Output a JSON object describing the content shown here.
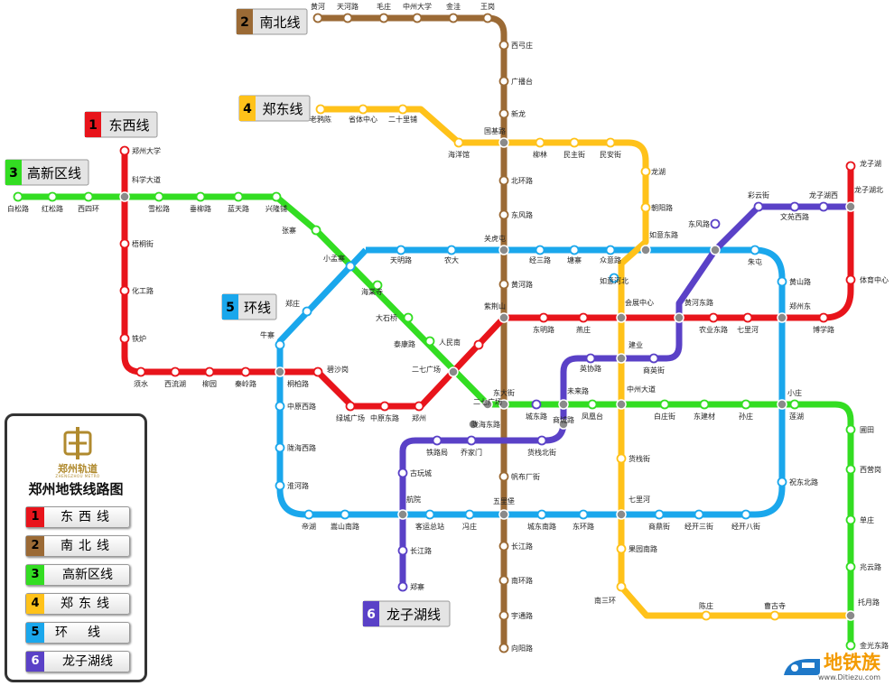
{
  "lines": {
    "1": {
      "num": "1",
      "name": "东西线",
      "color": "#e8141b"
    },
    "2": {
      "num": "2",
      "name": "南北线",
      "color": "#9b6a35"
    },
    "3": {
      "num": "3",
      "name": "高新区线",
      "color": "#33dd22"
    },
    "4": {
      "num": "4",
      "name": "郑东线",
      "color": "#ffc21a"
    },
    "5": {
      "num": "5",
      "name": "环线",
      "color": "#1aa7ec"
    },
    "6": {
      "num": "6",
      "name": "龙子湖线",
      "color": "#5a41c7"
    }
  },
  "legend": {
    "title": "郑州地铁线路图",
    "logo_text": "郑州轨道",
    "logo_sub": "ZHENGZHOU METRO",
    "rows": [
      {
        "num": "1",
        "name": "东西线",
        "color": "#e8141b"
      },
      {
        "num": "2",
        "name": "南北线",
        "color": "#9b6a35"
      },
      {
        "num": "3",
        "name": "高新区线",
        "color": "#33dd22"
      },
      {
        "num": "4",
        "name": "郑东线",
        "color": "#ffc21a"
      },
      {
        "num": "5",
        "name": "环线",
        "color": "#1aa7ec"
      },
      {
        "num": "6",
        "name": "龙子湖线",
        "color": "#5a41c7"
      }
    ]
  },
  "brand": {
    "name": "地铁族",
    "url": "www.Ditiezu.com"
  },
  "stations": {
    "huanghe": "黄河",
    "tianhelu": "天河路",
    "maozhuang": "毛庄",
    "zhengzhoudaxue": "中州大学",
    "jinzhu": "金洼",
    "wanggang": "王岗",
    "xigongzhuang": "西弓庄",
    "guangbotai": "广播台",
    "xinlong": "新龙",
    "guojilu": "国基路",
    "beihuanlu": "北环路",
    "dongfenglu": "东风路",
    "guancheng": "关虎屯",
    "huanghelu": "黄河路",
    "zijingshan": "紫荆山",
    "dongdajie": "东大街",
    "longhaidonglu": "陇海东路",
    "zhangnanchang": "帆布厂街",
    "wulibao": "五里堡",
    "changjianglu": "长江路",
    "nanhuanlu": "南环路",
    "yutonglu": "宇通路",
    "xiangyanglu": "向阳路",
    "laoyaochen": "老鸦陈",
    "shengtizhongxin": "省体中心",
    "ershilipu": "二十里铺",
    "haiyangguan": "海洋馆",
    "liulin": "柳林",
    "minzhujie": "民主街",
    "minanjie": "民安街",
    "longhu": "龙湖",
    "chaoyanglu": "朝阳路",
    "ruyidonglu": "如意东路",
    "huizhanzhongxin": "会展中心",
    "jianye": "建业",
    "zhongzhoudadao": "中州大道",
    "huozhanjie": "货栈街",
    "qilihe": "七里河",
    "guoyuannanlu": "果园南路",
    "nansanhuan": "南三环",
    "chenzhuang": "陈庄",
    "caogusi": "曹古寺",
    "tuoyuelu": "托月路",
    "zhengzhoudaxue1": "郑州大学",
    "kexuedadao": "科学大道",
    "wutonglu": "梧桐街",
    "huagonglu": "化工路",
    "tielu": "铁炉",
    "xushui": "须水",
    "xiliuhu": "西流湖",
    "liuyuan": "柳园",
    "qinlinglu": "秦岭路",
    "bishagang": "碧沙岗",
    "lvchengguangchang": "绿城广场",
    "zhongyuandonglu": "中原东路",
    "zhengzhou": "郑州",
    "erqiguangchang": "二七广场",
    "renminlu": "人民南",
    "dongminglu": "东明路",
    "yanzhuang": "燕庄",
    "huanghedonglu": "黄河东路",
    "nongyedonglu": "农业东路",
    "qilihe2": "七里河",
    "zhengzhoudong": "郑州东",
    "boxuelu": "博学路",
    "tiyuzhongxin": "体育中心",
    "longzihu": "龙子湖",
    "longzihubei": "龙子湖北",
    "baisonglu": "白松路",
    "hongsonglu": "红松路",
    "xisihuan": "西四环",
    "xuesonglu": "雪松路",
    "chuiliulu": "垂柳路",
    "lantianlu": "蓝天路",
    "xinglongpu": "兴隆铺",
    "zhangzhai": "张寨",
    "xiaomengzhai": "小孟寨",
    "haiyingsi": "海棠寺",
    "dashiqiao": "大石桥",
    "taikanglu": "泰康路",
    "qiyiguangchang": "二七广场",
    "xiaozhuang": "小庄",
    "lianhu": "莲湖",
    "weitian": "圃田",
    "xiqiaogou": "西营岗",
    "danzhuang": "单庄",
    "zhaoyunlu": "兆云路",
    "jinguangdonglu": "金光东路",
    "zhongzhoudadao5": "中州大道",
    "zizhuangjie": "白庄街",
    "dongjiancai": "东建材",
    "sunzhuang": "孙庄",
    "zhudongbeiduan": "祝东北路",
    "jingkaisanjie": "经开三街",
    "jingkaibajie": "经开八街",
    "shangdingjie": "商鼎街",
    "huanghe5": "黄山路",
    "jingsan": "经三路",
    "tangzhai": "塘寨",
    "zhongyilu": "众意路",
    "tianminglu": "天明路",
    "nongda": "农大",
    "ruyihebei": "如意河北",
    "zhuangzhai": "郑庄",
    "zhutun": "朱屯",
    "niuzhai": "牛寨",
    "tongbolu": "桐柏路",
    "zhongyuanxilu": "中原西路",
    "longhaixilu": "陇海西路",
    "huaihelu": "淮河路",
    "diliu": "帝湖",
    "songshannanlu": "嵩山南路",
    "kehaizongzhan": "客运总站",
    "fengzhuang": "冯庄",
    "chengdongnanlu": "城东南路",
    "donghuanlu": "东环路",
    "shangxiangjie": "商英街",
    "hangyuan": "航院",
    "changjianglu6": "长江路",
    "zhaizhuang": "郑寨",
    "gucheng": "古玩城",
    "tielouju": "铁路局",
    "qiaojiamen": "乔家门",
    "chengdonglu": "城东路",
    "huozhanbeijie": "货栈北街",
    "weilailu": "未来路",
    "yingxielu": "英协路",
    "zhongzhou6": "商城路",
    "fenghuangtai": "凤凰台",
    "dongfengnanlu": "东风路",
    "wenyuanxilu": "文苑西路",
    "caiyunjie": "彩云街",
    "longzihuxi": "龙子湖西",
    "guoji5": "黄山路",
    "zhongyuan5": "众意路"
  }
}
